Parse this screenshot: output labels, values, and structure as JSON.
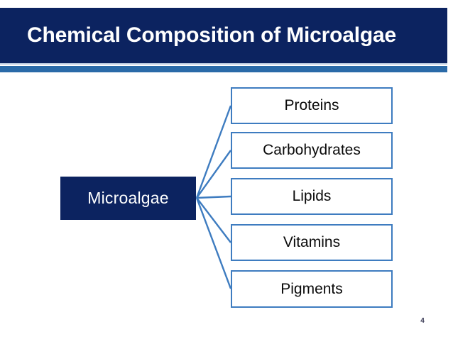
{
  "slide": {
    "title": "Chemical Composition of Microalgae",
    "page_number": "4",
    "colors": {
      "navy": "#0c2360",
      "accent_blue": "#2a6aa8",
      "box_border": "#3e7cc0",
      "title_text": "#ffffff",
      "body_text": "#0a0a0a",
      "background": "#ffffff"
    }
  },
  "diagram": {
    "type": "radial-hierarchy",
    "root": {
      "label": "Microalgae"
    },
    "branches": [
      {
        "label": "Proteins"
      },
      {
        "label": "Carbohydrates"
      },
      {
        "label": "Lipids"
      },
      {
        "label": "Vitamins"
      },
      {
        "label": "Pigments"
      }
    ]
  }
}
